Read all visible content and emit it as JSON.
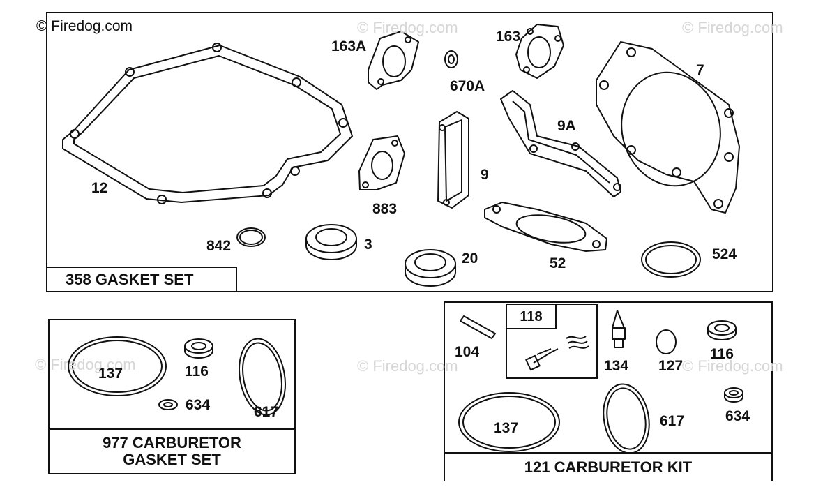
{
  "copyright": "© Firedog.com",
  "watermark": "© Firedog.com",
  "panels": {
    "gasket_set": {
      "title": "358 GASKET SET",
      "labels": {
        "p12": "12",
        "p163A": "163A",
        "p163": "163",
        "p670A": "670A",
        "p7": "7",
        "p9A": "9A",
        "p9": "9",
        "p883": "883",
        "p842": "842",
        "p3": "3",
        "p20": "20",
        "p52": "52",
        "p524": "524"
      }
    },
    "carb_gasket_set": {
      "title_line1": "977 CARBURETOR",
      "title_line2": "GASKET SET",
      "labels": {
        "p137": "137",
        "p116": "116",
        "p634": "634",
        "p617": "617"
      }
    },
    "carb_kit": {
      "title": "121 CARBURETOR KIT",
      "labels": {
        "p118": "118",
        "p104": "104",
        "p134": "134",
        "p127": "127",
        "p116": "116",
        "p137": "137",
        "p617": "617",
        "p634": "634"
      }
    }
  }
}
